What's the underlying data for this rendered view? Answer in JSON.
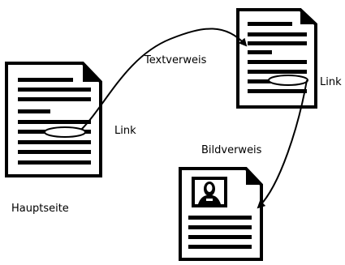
{
  "labels": {
    "main_page": "Hauptseite",
    "text_reference": "Textverweis",
    "image_reference": "Bildverweis",
    "link_main": "Link",
    "link_second": "Link"
  }
}
